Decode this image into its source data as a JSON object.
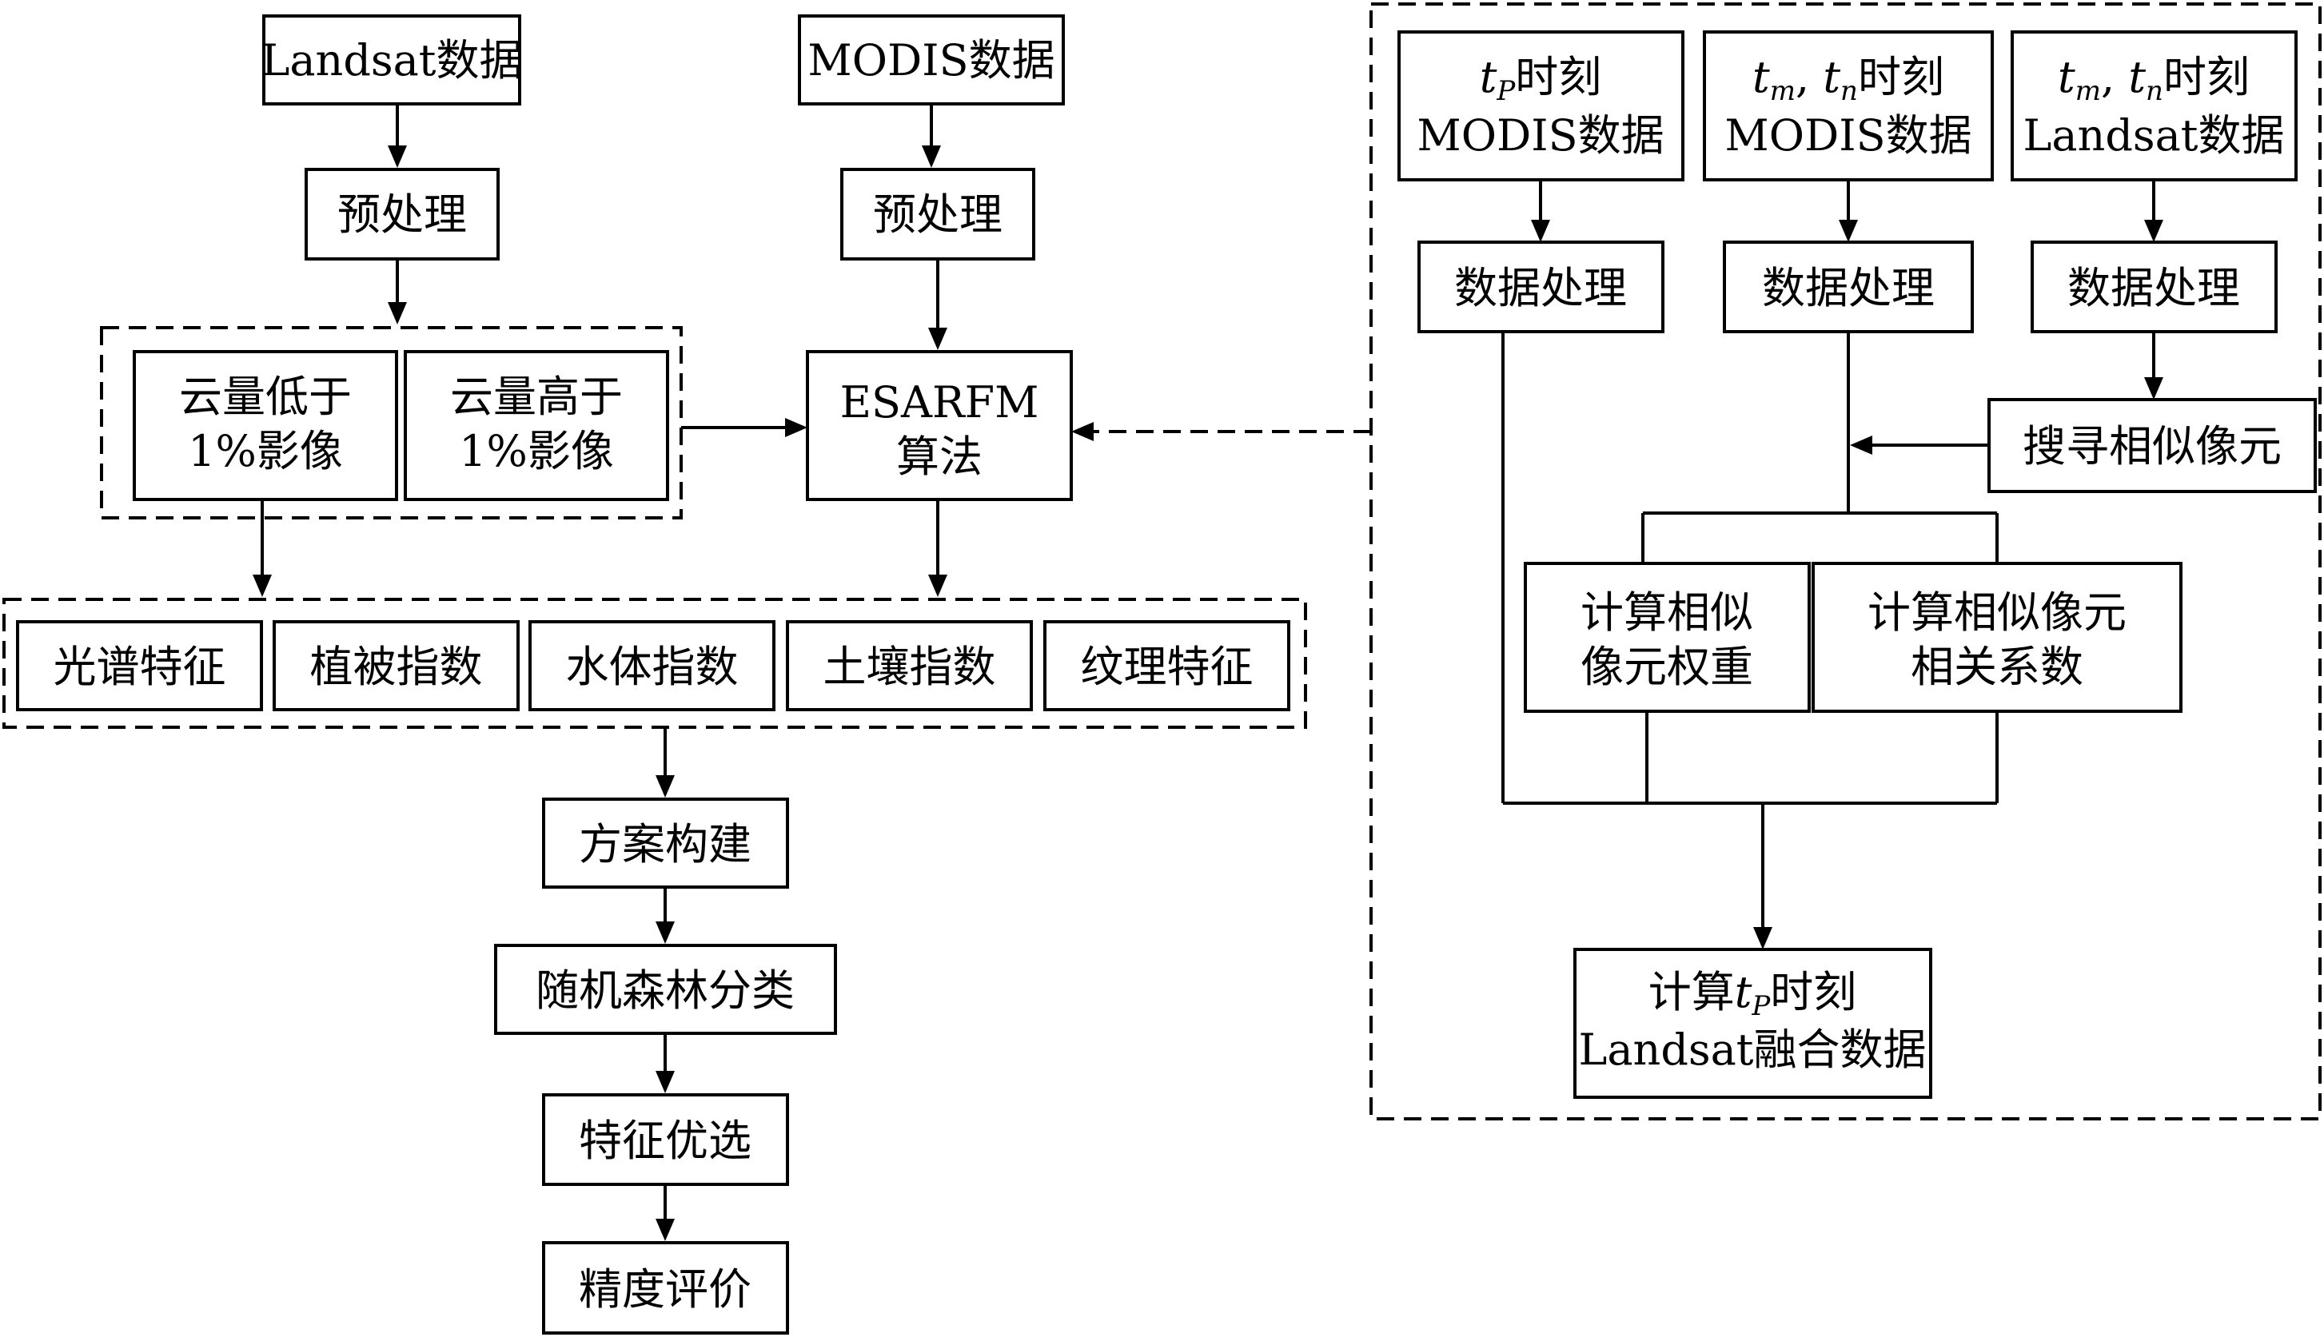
{
  "nodes": {
    "landsat_data": "Landsat数据",
    "modis_data": "MODIS数据",
    "preprocess_landsat": "预处理",
    "preprocess_modis": "预处理",
    "cloud_low": [
      "云量低于",
      "1%影像"
    ],
    "cloud_high": [
      "云量高于",
      "1%影像"
    ],
    "esarfm": [
      "ESARFM",
      "算法"
    ],
    "features": [
      "光谱特征",
      "植被指数",
      "水体指数",
      "土壤指数",
      "纹理特征"
    ],
    "scheme": "方案构建",
    "rf": "随机森林分类",
    "feature_select": "特征优选",
    "accuracy": "精度评价"
  },
  "detail": {
    "tp_modis": {
      "var": "t",
      "sub": "P",
      "suffix": "时刻",
      "line2": "MODIS数据"
    },
    "tmn_modis": {
      "var1": "t",
      "sub1": "m",
      "sep": ", ",
      "var2": "t",
      "sub2": "n",
      "suffix": "时刻",
      "line2": "MODIS数据"
    },
    "tmn_landsat": {
      "var1": "t",
      "sub1": "m",
      "sep": ", ",
      "var2": "t",
      "sub2": "n",
      "suffix": "时刻",
      "line2": "Landsat数据"
    },
    "process": "数据处理",
    "search": "搜寻相似像元",
    "weight": [
      "计算相似",
      "像元权重"
    ],
    "corr": [
      "计算相似像元",
      "相关系数"
    ],
    "result": {
      "prefix": "计算",
      "var": "t",
      "sub": "P",
      "suffix": "时刻",
      "line2": "Landsat融合数据"
    }
  },
  "colors": {
    "stroke": "#000000",
    "background": "#ffffff"
  }
}
